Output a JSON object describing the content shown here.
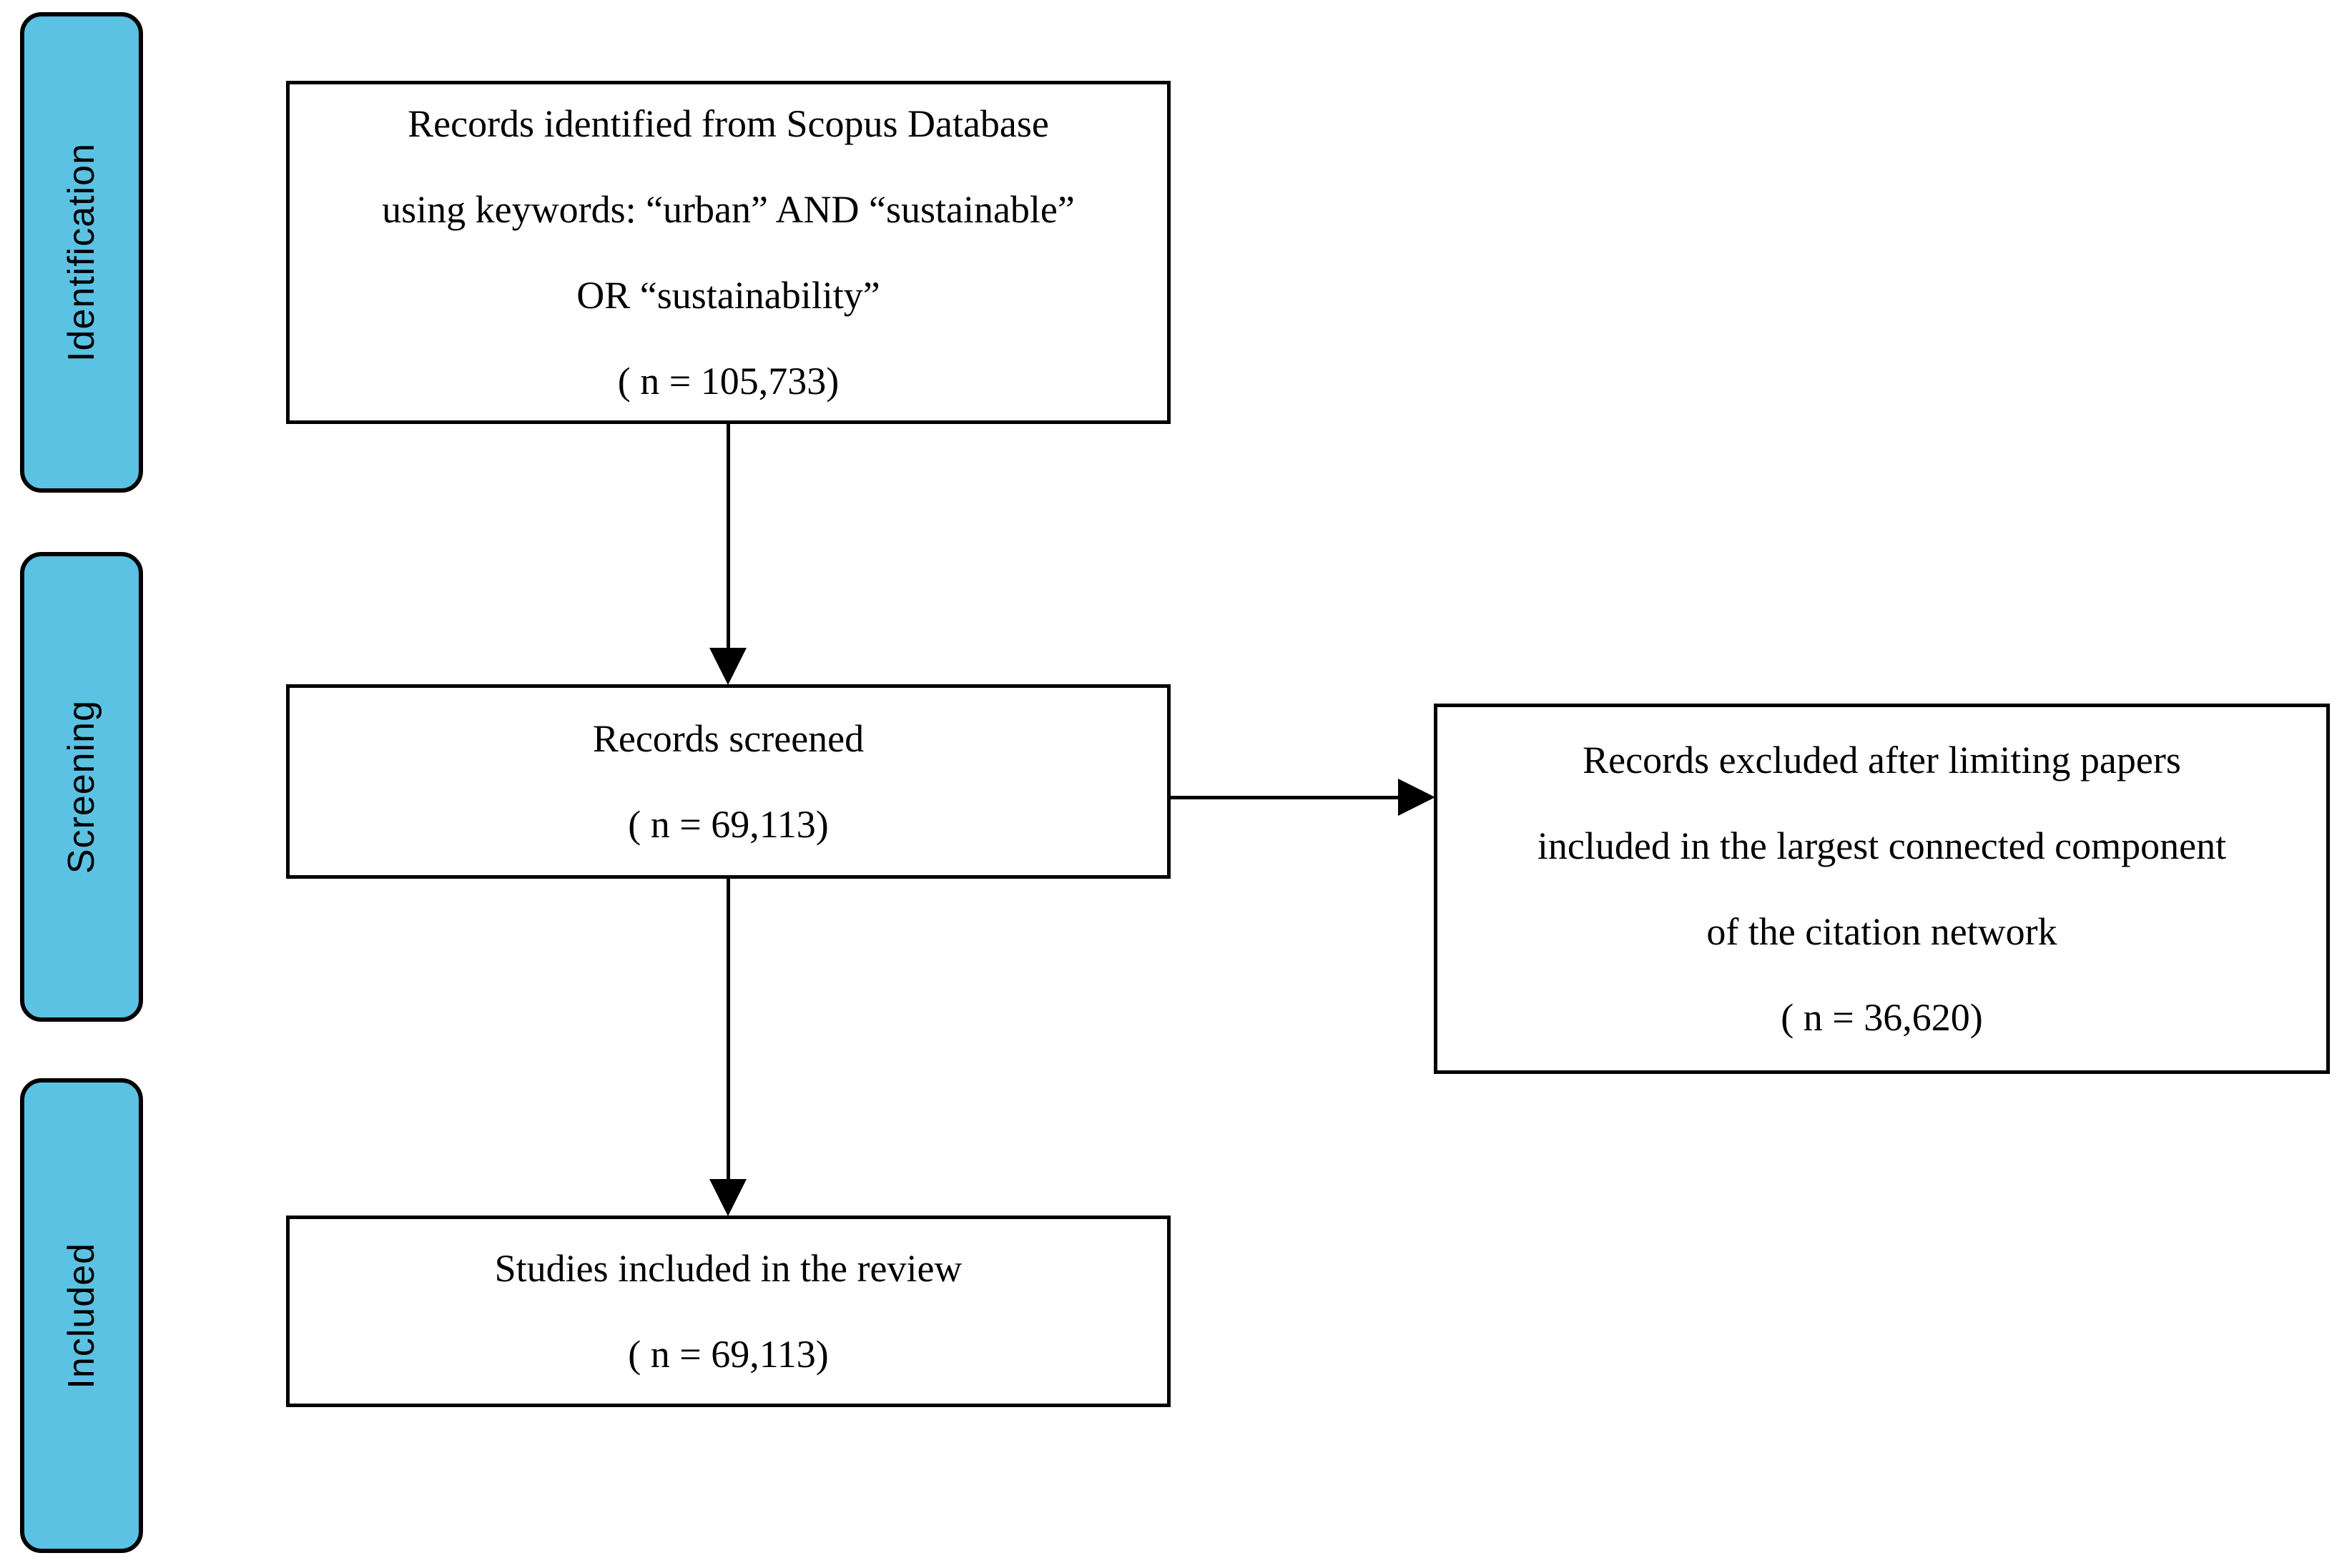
{
  "diagram": {
    "type": "prisma-flow",
    "colors": {
      "stage_fill": "#5bc2e3",
      "border": "#000000",
      "background": "#ffffff",
      "text": "#000000"
    },
    "stage_labels": [
      {
        "label": "Identification"
      },
      {
        "label": "Screening"
      },
      {
        "label": "Included"
      }
    ],
    "boxes": {
      "identified": {
        "lines": [
          "Records identified from Scopus Database",
          "using keywords: “urban” AND “sustainable”",
          "OR “sustainability”",
          "( n = 105,733)"
        ]
      },
      "screened": {
        "lines": [
          "Records screened",
          "( n = 69,113)"
        ]
      },
      "excluded": {
        "lines": [
          "Records excluded after limiting papers",
          "included in the largest connected component",
          "of the citation network",
          "( n = 36,620)"
        ]
      },
      "included": {
        "lines": [
          "Studies included in the review",
          "( n = 69,113)"
        ]
      }
    },
    "arrows": [
      {
        "from": "identified",
        "to": "screened",
        "direction": "down"
      },
      {
        "from": "screened",
        "to": "excluded",
        "direction": "right"
      },
      {
        "from": "screened",
        "to": "included",
        "direction": "down"
      }
    ]
  }
}
